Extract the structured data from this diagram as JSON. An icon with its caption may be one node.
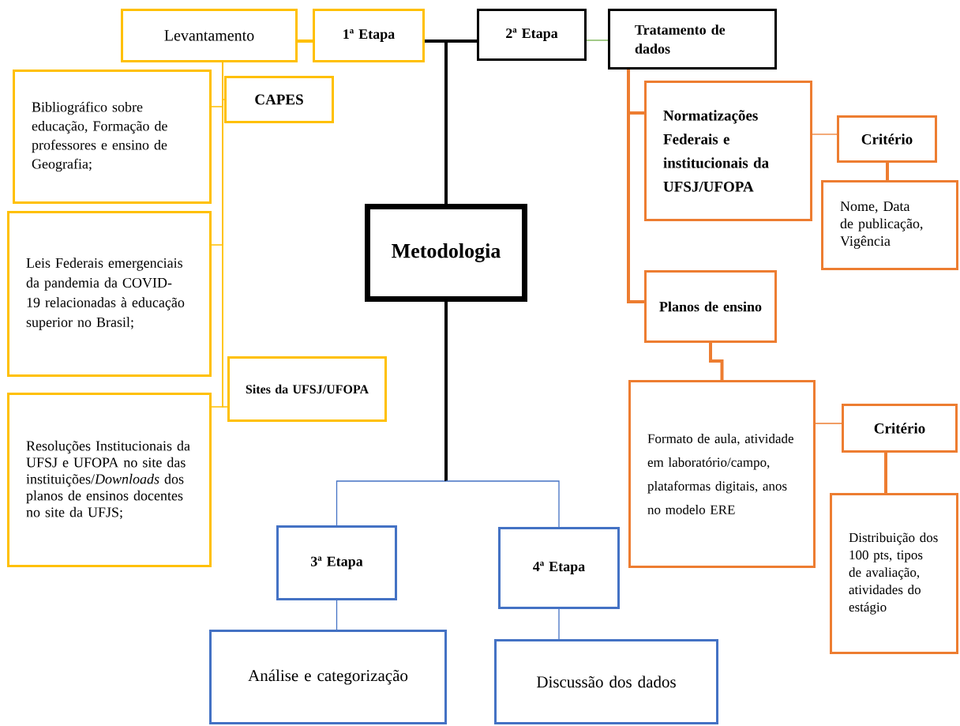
{
  "diagram": {
    "nodes": [
      {
        "text": [
          "Metodologia"
        ]
      },
      {
        "text": [
          "1ª Etapa"
        ]
      },
      {
        "text": [
          "Levantamento"
        ]
      },
      {
        "text": [
          "CAPES"
        ]
      },
      {
        "text": [
          "Bibliográfico sobre educação, Formação de professores e ensino de Geografia;"
        ]
      },
      {
        "text": [
          "Leis Federais emergenciais da pandemia da COVID-19 relacionadas à educação superior no Brasil;"
        ]
      },
      {
        "text": [
          "Sites da UFSJ/UFOPA"
        ]
      },
      {
        "text": [
          "Resoluções Institucionais da UFSJ e UFOPA no site das instituições/*Downloads* dos planos de ensinos docentes no site da UFJS;"
        ]
      },
      {
        "text": [
          "2ª Etapa"
        ]
      },
      {
        "text": [
          "Tratamento de dados"
        ]
      },
      {
        "text": [
          "Normatizações Federais e institucionais da UFSJ/UFOPA"
        ]
      },
      {
        "text": [
          "Critério"
        ]
      },
      {
        "text": [
          "Nome, Data de publicação, Vigência"
        ]
      },
      {
        "text": [
          "Planos de ensino"
        ]
      },
      {
        "text": [
          "Formato de aula, atividade em laboratório/campo, plataformas digitais, anos no modelo ERE"
        ]
      },
      {
        "text": [
          "Critério"
        ]
      },
      {
        "text": [
          "Distribuição dos 100 pts, tipos de avaliação, atividades do estágio"
        ]
      },
      {
        "text": [
          "3ª Etapa"
        ]
      },
      {
        "text": [
          "4ª Etapa"
        ]
      },
      {
        "text": [
          "Análise e categorização"
        ]
      },
      {
        "text": [
          "Discussão dos dados"
        ]
      }
    ],
    "edges": [
      {
        "from": 0,
        "to": 1,
        "arrow": "none",
        "style": "thick",
        "color": "#000000"
      },
      {
        "from": 0,
        "to": 8,
        "arrow": "none",
        "style": "thick",
        "color": "#000000"
      },
      {
        "from": 1,
        "to": 2,
        "arrow": "none",
        "style": "thick",
        "color": "#ffc000"
      },
      {
        "from": 2,
        "to": 3,
        "arrow": "none",
        "color": "#ffc000"
      },
      {
        "from": 2,
        "to": 4,
        "arrow": "none",
        "color": "#ffc000"
      },
      {
        "from": 2,
        "to": 5,
        "arrow": "none",
        "color": "#ffc000"
      },
      {
        "from": 2,
        "to": 6,
        "arrow": "none",
        "color": "#ffc000"
      },
      {
        "from": 2,
        "to": 7,
        "arrow": "none",
        "color": "#ffc000"
      },
      {
        "from": 8,
        "to": 9,
        "arrow": "none",
        "color": "#70ad47"
      },
      {
        "from": 9,
        "to": 10,
        "arrow": "none",
        "style": "thick",
        "color": "#ed7d31"
      },
      {
        "from": 9,
        "to": 13,
        "arrow": "none",
        "style": "thick",
        "color": "#ed7d31"
      },
      {
        "from": 10,
        "to": 11,
        "arrow": "none",
        "color": "#ed7d31"
      },
      {
        "from": 11,
        "to": 12,
        "arrow": "none",
        "style": "thick",
        "color": "#ed7d31"
      },
      {
        "from": 13,
        "to": 14,
        "arrow": "none",
        "style": "thick",
        "color": "#ed7d31"
      },
      {
        "from": 14,
        "to": 15,
        "arrow": "none",
        "color": "#ed7d31"
      },
      {
        "from": 15,
        "to": 16,
        "arrow": "none",
        "style": "thick",
        "color": "#ed7d31"
      },
      {
        "from": 0,
        "to": 17,
        "arrow": "none",
        "style": "thick",
        "color": "#000000"
      },
      {
        "from": 0,
        "to": 18,
        "arrow": "none",
        "style": "thick",
        "color": "#000000"
      },
      {
        "from": 17,
        "to": 19,
        "arrow": "none",
        "color": "#4472c4"
      },
      {
        "from": 18,
        "to": 20,
        "arrow": "none",
        "color": "#4472c4"
      }
    ]
  }
}
